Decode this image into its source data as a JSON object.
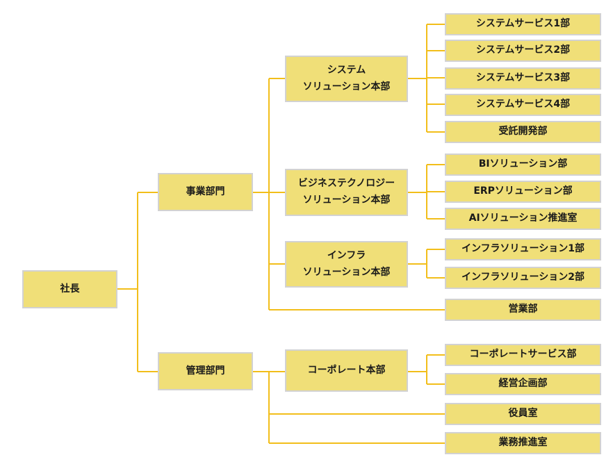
{
  "org_chart": {
    "president": "社長",
    "business_division": "事業部門",
    "management_division": "管理部門",
    "system_solutions_hq": [
      "システム",
      "ソリューション本部"
    ],
    "business_technology_hq": [
      "ビジネステクノロジー",
      "ソリューション本部"
    ],
    "infra_solutions_hq": [
      "インフラ",
      "ソリューション本部"
    ],
    "corporate_hq": "コーポレート本部",
    "system_service_1": "システムサービス1部",
    "system_service_2": "システムサービス2部",
    "system_service_3": "システムサービス3部",
    "system_service_4": "システムサービス4部",
    "contract_dev": "受託開発部",
    "bi_solutions": "BIソリューション部",
    "erp_solutions": "ERPソリューション部",
    "ai_solutions": "AIソリューション推進室",
    "infra_solutions_1": "インフラソリューション1部",
    "infra_solutions_2": "インフラソリューション2部",
    "sales": "営業部",
    "corporate_services": "コーポレートサービス部",
    "corporate_planning": "経営企画部",
    "executive_office": "役員室",
    "business_promotion": "業務推進室"
  },
  "colors": {
    "box_fill": "#f0df78",
    "box_border": "#d2d2d2",
    "connector": "#f2be1a"
  }
}
